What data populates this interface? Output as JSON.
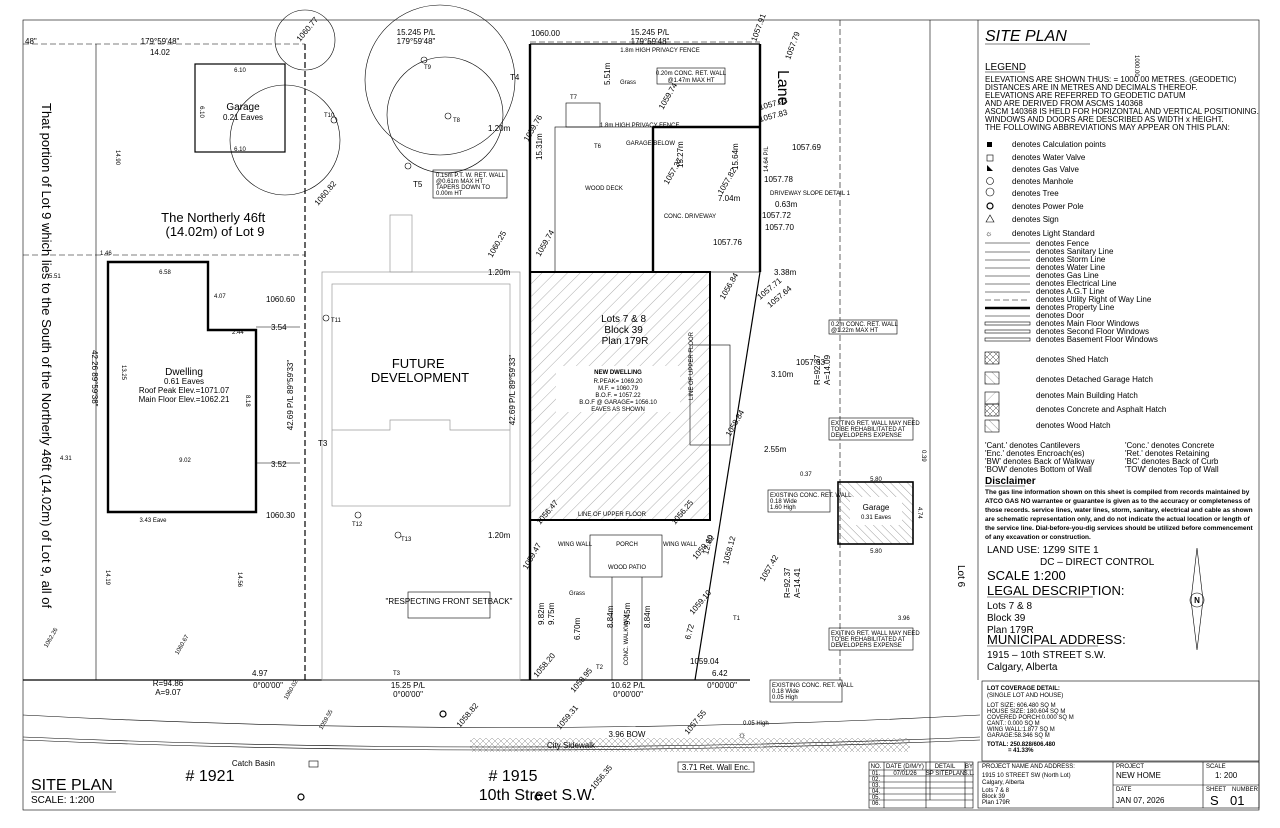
{
  "site_plan": {
    "left_note": "That portion of Lot 9 which lies to the South of the Northerly 46ft (14.02m) of Lot 9, all of",
    "northerly_lot_label": "The Northerly 46ft (14.02m) of Lot 9",
    "future_development": "FUTURE DEVELOPMENT",
    "dwelling": {
      "title": "Dwelling",
      "eaves": "0.61 Eaves",
      "roof_peak": "Roof Peak Elev.=1071.07",
      "main_floor": "Main Floor Elev.=1062.21"
    },
    "garage_left": {
      "title": "Garage",
      "eaves": "0.21 Eaves"
    },
    "garage_right": {
      "title": "Garage",
      "eaves": "0.31 Eaves"
    },
    "lots": [
      "Lots 7 & 8",
      "Block 39",
      "Plan 179R"
    ],
    "new_dwelling": {
      "title": "NEW DWELLING",
      "lines": [
        "R.PEAK= 1069.20",
        "M.F. = 1060.79",
        "B.O.F. = 1057.22",
        "B.O.F @ GARAGE= 1056.10",
        "EAVES AS SHOWN"
      ]
    },
    "respecting": "\"RESPECTING FRONT SETBACK\"",
    "wood_deck": "WOOD DECK",
    "conc_driveway": "CONC. DRIVEWAY",
    "driveway_slope": "DRIVEWAY SLOPE DETAIL 1",
    "grass": "Grass",
    "privacy_fence": "1.8m HIGH PRIVACY FENCE",
    "conc_ret_wall": "0.20m CONC. RET. WALL @1.47m MAX HT",
    "pt_ret_wall": "0.15m P.T. W. RET. WALL @0.61m MAX HT TAPERS DOWN TO 0.00m HT",
    "conc_ret_wall_right": "0.2m CONC. RET. WALL @1.22m MAX HT",
    "existing_wall_1": "EXITING RET. WALL MAY NEED TO BE REHABILITATED AT DEVELOPERS EXPENSE",
    "existing_wall_2": "EXISTING CONC. RET. WALL 0.18 Wide 1.60 High",
    "existing_wall_3": "EXITING RET. WALL MAY NEED TO BE REHABILITATED AT DEVELOPERS EXPENSE",
    "existing_wall_4": "EXISTING CONC. RET. WALL 0.18 Wide 0.05 High",
    "lane": "Lane",
    "street": "10th Street S.W.",
    "address_left": "# 1921",
    "address_main": "# 1915",
    "city_sidewalk": "City Sidewalk",
    "catch_basin": "Catch Basin",
    "ret_wall_enc": "3.71 Ret. Wall Enc.",
    "lot6": "Lot 6",
    "bottom_title": "SITE PLAN",
    "bottom_scale": "SCALE: 1:200",
    "dimensions": {
      "top_left_pl": "15.245 P/L",
      "top_left_brg": "179°59'48\"",
      "top_right_pl": "15.245 P/L",
      "top_right_brg": "179°59'48\"",
      "bottom_left_pl": "15.25 P/L",
      "bottom_left_brg": "0°00'00\"",
      "bottom_right_pl": "10.62 P/L",
      "bottom_right_brg": "0°00'00\"",
      "side_pl_left": "42.69 P/L 89°59'33\"",
      "side_pl_mid": "42.69 P/L 89°59'33\"",
      "edge_left": "48\"",
      "edge_brg": "179°59'48\"",
      "edge_dist": "14.02",
      "arc_left": "R=94.86",
      "arc_left_a": "A=9.07",
      "arc_right": "R=92.37",
      "arc_right_a": "A=14.09",
      "arc_right2": "R=92.37",
      "arc_right2_a": "A=14.41",
      "d_120a": "1.20m",
      "d_120b": "1.20m",
      "d_120c": "1.20m",
      "d_551": "5.51",
      "d_551m": "5.51m",
      "d_146": "1.46",
      "d_431": "4.31",
      "d_497": "4.97",
      "d_658": "6.58",
      "d_407": "4.07",
      "d_244": "2.44",
      "d_354": "3.54",
      "d_352": "3.52",
      "d_902": "9.02",
      "d_343": "3.43 Eave",
      "d_1325": "13.25",
      "d_818": "8.18",
      "d_610a": "6.10",
      "d_610b": "6.10",
      "d_610c": "6.10",
      "d_1490": "14.90",
      "d_1419": "14.19",
      "d_1456": "14.56",
      "d_580a": "5.80",
      "d_580b": "5.80",
      "d_474": "4.74",
      "d_338": "3.38m",
      "d_310": "3.10m",
      "d_255": "2.55m",
      "d_704": "7.04m",
      "d_063": "0.63m",
      "d_1531": "15.31m",
      "d_1527": "15.27m",
      "d_1564": "15.64m",
      "d_1465": "14.64 P/L",
      "d_672": "6.72",
      "d_642": "6.42",
      "d_1290": "12.90",
      "d_982": "9.82m",
      "d_975": "9.75m",
      "d_670": "6.70m",
      "d_884": "8.84m",
      "d_945": "9.45m",
      "d_884b": "8.84m",
      "d_037": "0.37",
      "d_039": "0.39",
      "d_005": "0.05 High",
      "d_396": "3.96 BOW",
      "d_396b": "3.96"
    },
    "elevations": [
      "1060.77",
      "1060.00",
      "1057.91",
      "1057.79",
      "1060.82",
      "1060.25",
      "1059.74",
      "1059.76",
      "1059.74",
      "1057.93",
      "1057.83",
      "1057.69",
      "1057.37",
      "1057.82",
      "1057.78",
      "1057.72",
      "1057.76",
      "1057.70",
      "1060.60",
      "1060.30",
      "1058.84",
      "1057.71",
      "1057.64",
      "1057.63",
      "1056.84",
      "1056.47",
      "1056.25",
      "1059.12",
      "1057.42",
      "1059.10",
      "1059.04",
      "1058.20",
      "1058.95",
      "1059.31",
      "1057.55",
      "1058.82",
      "1059.55",
      "1060.67",
      "1062.26",
      "1060.02",
      "1056.35",
      "1059.47",
      "1058.12"
    ],
    "trees": [
      "T4",
      "T9",
      "T10",
      "T8",
      "T5",
      "T7",
      "T6",
      "T11",
      "T3",
      "T12",
      "T13",
      "T2",
      "T1",
      "T3"
    ]
  },
  "sheet": {
    "title": "SITE PLAN",
    "legend_title": "LEGEND",
    "legend_intro": [
      "ELEVATIONS ARE SHOWN THUS: = 1000.00 METRES. (GEODETIC)",
      "DISTANCES ARE IN METRES AND DECIMALS THEREOF.",
      "ELEVATIONS ARE REFERRED TO GEODETIC DATUM",
      "AND ARE DERIVED FROM ASCMS 140368",
      "ASCM 140368 IS HELD FOR HORIZONTAL AND VERTICAL POSITIONING.",
      "WINDOWS AND DOORS ARE DESCRIBED AS WIDTH x HEIGHT.",
      "THE FOLLOWING ABBREVIATIONS MAY APPEAR ON THIS PLAN:"
    ],
    "legend_elev_sample": "1000.00",
    "legend_items": [
      "denotes Calculation points",
      "denotes Water Valve",
      "denotes Gas Valve",
      "denotes Manhole",
      "denotes Tree",
      "denotes Power Pole",
      "denotes Sign",
      "denotes Light Standard",
      "denotes Fence",
      "denotes Sanitary Line",
      "denotes Storm Line",
      "denotes Water Line",
      "denotes Gas Line",
      "denotes Electrical Line",
      "denotes A.G.T Line",
      "denotes Utility Right of Way Line",
      "denotes Property Line",
      "denotes Door",
      "denotes Main Floor Windows",
      "denotes Second Floor Windows",
      "denotes Basement Floor Windows"
    ],
    "hatch_items": [
      "denotes Shed Hatch",
      "denotes Detached Garage Hatch",
      "denotes Main Building Hatch",
      "denotes Concrete and Asphalt Hatch",
      "denotes Wood Hatch"
    ],
    "abbreviations": [
      [
        "'Cant.' denotes Cantilevers",
        "'Conc.' denotes Concrete"
      ],
      [
        "'Enc.' denotes Encroach(es)",
        "'Ret.' denotes Retaining"
      ],
      [
        "'BW' denotes Back of Walkway",
        "'BC' denotes Back of Curb"
      ],
      [
        "'BOW' denotes Bottom of Wall",
        "'TOW' denotes Top of Wall"
      ]
    ],
    "disclaimer_title": "Disclaimer",
    "disclaimer": "The gas line information shown on this sheet is compiled from records maintained by ATCO GAS NO warrantee or guarantee is given as to the accuracy or completeness of those records. service lines, water lines, storm, sanitary, electrical and cable as shown are schematic representation only, and do not indicate the actual location or length of the service line. Dial-before-you-dig services should be utilized before commencement of any excavation or construction.",
    "land_use": "LAND USE: 1Z99 SITE 1",
    "land_use_2": "DC – DIRECT CONTROL",
    "scale": "SCALE 1:200",
    "legal_title": "LEGAL DESCRIPTION:",
    "legal": [
      "Lots 7 & 8",
      "Block 39",
      "Plan 179R"
    ],
    "municipal_title": "MUNICIPAL ADDRESS:",
    "municipal": [
      "1915 – 10th STREET S.W.",
      "Calgary, Alberta"
    ],
    "north_label": "N",
    "coverage_title": "LOT COVERAGE DETAIL:",
    "coverage_sub": "(SINGLE LOT AND HOUSE)",
    "coverage_lines": [
      "LOT SIZE: 606.480 SQ M",
      "HOUSE SIZE: 180.604 SQ M",
      "COVERED PORCH:0.000 SQ M",
      "CANT.: 0.000 SQ M",
      "WING WALL:1.877 SQ M",
      "GARAGE:58.346 SQ M"
    ],
    "coverage_total": "TOTAL: 250.828/606.480",
    "coverage_pct": "= 41.33%",
    "revisions": {
      "headers": [
        "NO.",
        "DATE (D/M/Y)",
        "DETAIL",
        "BY"
      ],
      "rows": [
        [
          "01.",
          "07/01/26",
          "SP SITEPLAN",
          "S.L."
        ],
        [
          "02.",
          "",
          "",
          ""
        ],
        [
          "03.",
          "",
          "",
          ""
        ],
        [
          "04.",
          "",
          "",
          ""
        ],
        [
          "05.",
          "",
          "",
          ""
        ],
        [
          "06.",
          "",
          "",
          ""
        ]
      ]
    },
    "project_label": "PROJECT NAME AND ADDRESS:",
    "project": [
      "1915 10 STREET SW (North Lot)",
      "Calgary, Alberta"
    ],
    "project_legal": [
      "Lots 7 & 8",
      "Block 39",
      "Plan 179R"
    ],
    "project_name_label": "PROJECT",
    "project_name": "NEW HOME",
    "scale_label": "SCALE",
    "scale_value": "1: 200",
    "date_label": "DATE",
    "date_value": "JAN 07, 2026",
    "sheet_label": "SHEET",
    "sheet_value": "S",
    "number_label": "NUMBER",
    "number_value": "01"
  }
}
